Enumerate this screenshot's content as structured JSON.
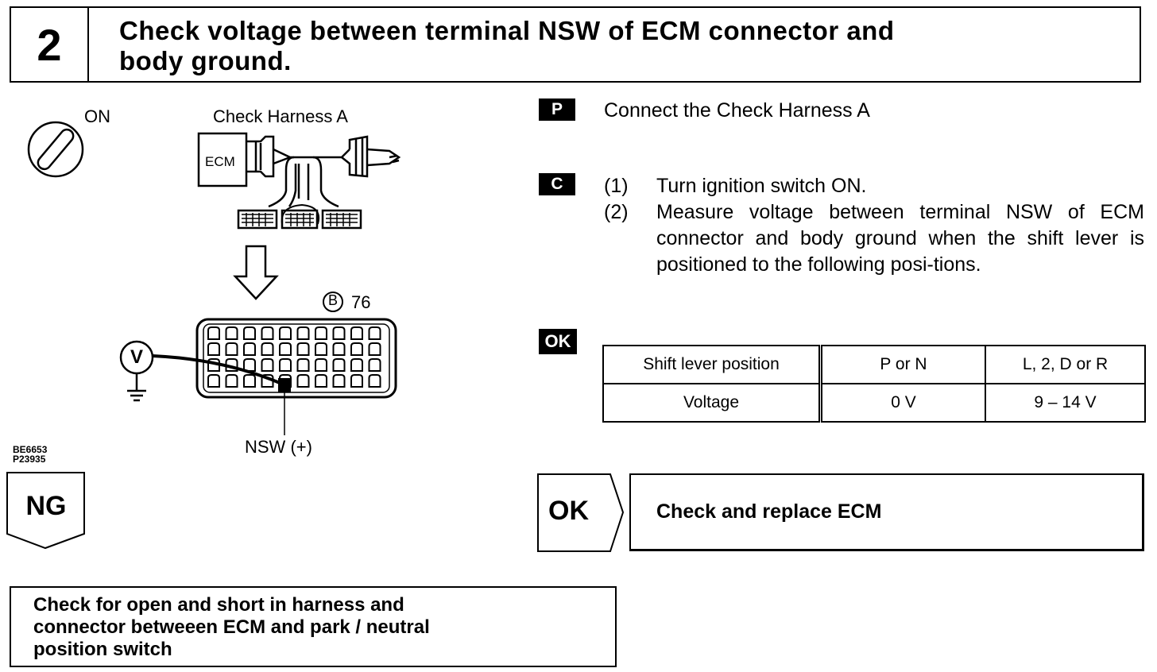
{
  "header": {
    "step_number": "2",
    "title_line1": "Check voltage between terminal NSW of ECM connector and",
    "title_line2": "body ground."
  },
  "diagram": {
    "ignition_label": "ON",
    "harness_label": "Check Harness A",
    "ecm_label": "ECM",
    "connector_label": "76",
    "connector_letter": "B",
    "voltmeter_label": "V",
    "terminal_label": "NSW (+)",
    "figure_codes": [
      "BE6653",
      "P23935"
    ]
  },
  "tags": {
    "prepare": "P",
    "check": "C",
    "ok": "OK"
  },
  "prepare_text": "Connect the Check Harness A",
  "steps": [
    {
      "num": "(1)",
      "text": "Turn ignition switch ON."
    },
    {
      "num": "(2)",
      "text": "Measure voltage between terminal NSW of ECM connector and body ground when the shift lever is positioned to the following posi-tions."
    }
  ],
  "table": {
    "header": [
      "Shift lever position",
      "P or N",
      "L, 2, D or R"
    ],
    "row": [
      "Voltage",
      "0 V",
      "9 – 14 V"
    ]
  },
  "result_ok": {
    "label": "OK",
    "text": "Check and replace ECM"
  },
  "result_ng": {
    "label": "NG",
    "text_lines": [
      "Check for open and short in harness and",
      "connector betweeen ECM and park / neutral",
      "position switch"
    ]
  }
}
